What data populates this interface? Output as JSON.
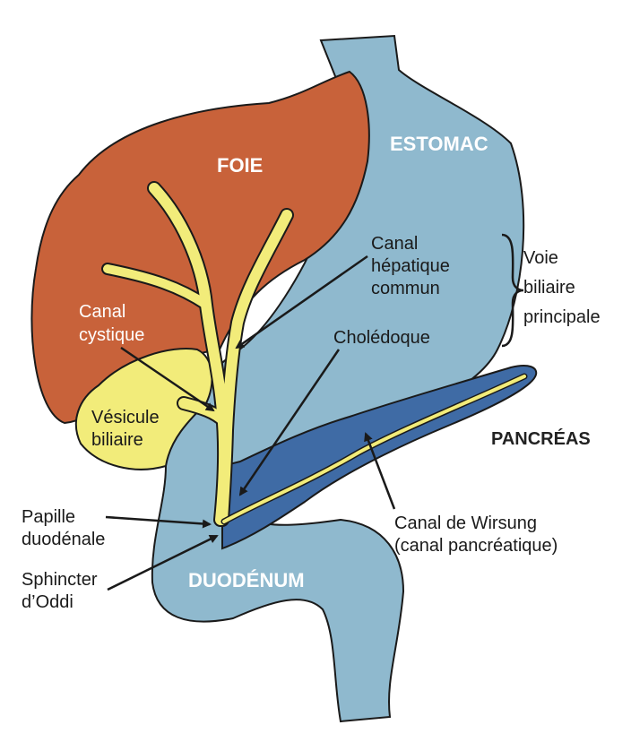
{
  "colors": {
    "liver": "#C8623A",
    "stomach": "#8FB9CE",
    "pancreas": "#3F6BA5",
    "bile": "#F2EC7A",
    "outline": "#1a1a1a"
  },
  "organs": {
    "liver": "FOIE",
    "stomach": "ESTOMAC",
    "pancreas": "PANCRÉAS",
    "duodenum": "DUODÉNUM"
  },
  "labels": {
    "cystic_duct": [
      "Canal",
      "cystique"
    ],
    "gallbladder": [
      "Vésicule",
      "biliaire"
    ],
    "common_hepatic_duct": [
      "Canal",
      "hépatique",
      "commun"
    ],
    "bile_duct": "Cholédoque",
    "main_bile_path": [
      "Voie",
      "biliaire",
      "principale"
    ],
    "papilla": [
      "Papille",
      "duodénale"
    ],
    "sphincter": [
      "Sphincter",
      "d’Oddi"
    ],
    "wirsung": [
      "Canal de Wirsung",
      "(canal pancréatique)"
    ]
  }
}
